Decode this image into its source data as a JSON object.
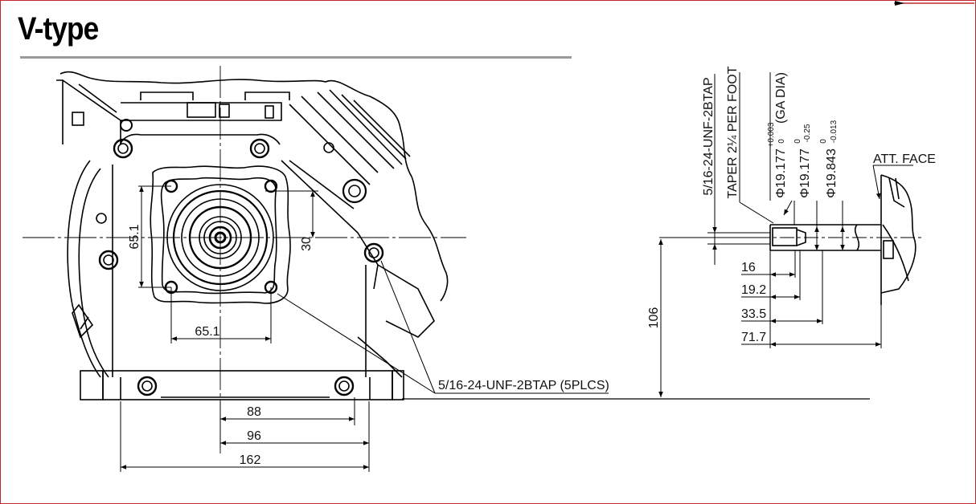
{
  "header": {
    "title": "V-type"
  },
  "front_view": {
    "dimensions": {
      "bolt_pattern_vertical": "65.1",
      "bolt_pattern_horizontal": "65.1",
      "center_offset": "30",
      "width_88": "88",
      "width_96": "96",
      "width_162": "162"
    },
    "callout_tap": "5/16-24-UNF-2BTAP (5PLCS)"
  },
  "side_view": {
    "dimensions": {
      "height_106": "106",
      "len_16": "16",
      "len_19_2": "19.2",
      "len_33_5": "33.5",
      "len_71_7": "71.7"
    },
    "callouts": {
      "tap": "5/16-24-UNF-2BTAP",
      "taper": "TAPER 2¼ PER FOOT",
      "ga_dia": "(GA DIA)",
      "att_face": "ATT. FACE"
    },
    "diameters": [
      {
        "symbol": "Φ",
        "value": "19.177",
        "tol_upper": "+0.003",
        "tol_lower": "0"
      },
      {
        "symbol": "Φ",
        "value": "19.177",
        "tol_upper": "0",
        "tol_lower": "-0.25"
      },
      {
        "symbol": "Φ",
        "value": "19.843",
        "tol_upper": "0",
        "tol_lower": "-0.013"
      }
    ]
  },
  "colors": {
    "frame_border": "#c0282d",
    "rule": "#9a9a9a",
    "ink": "#000000"
  }
}
